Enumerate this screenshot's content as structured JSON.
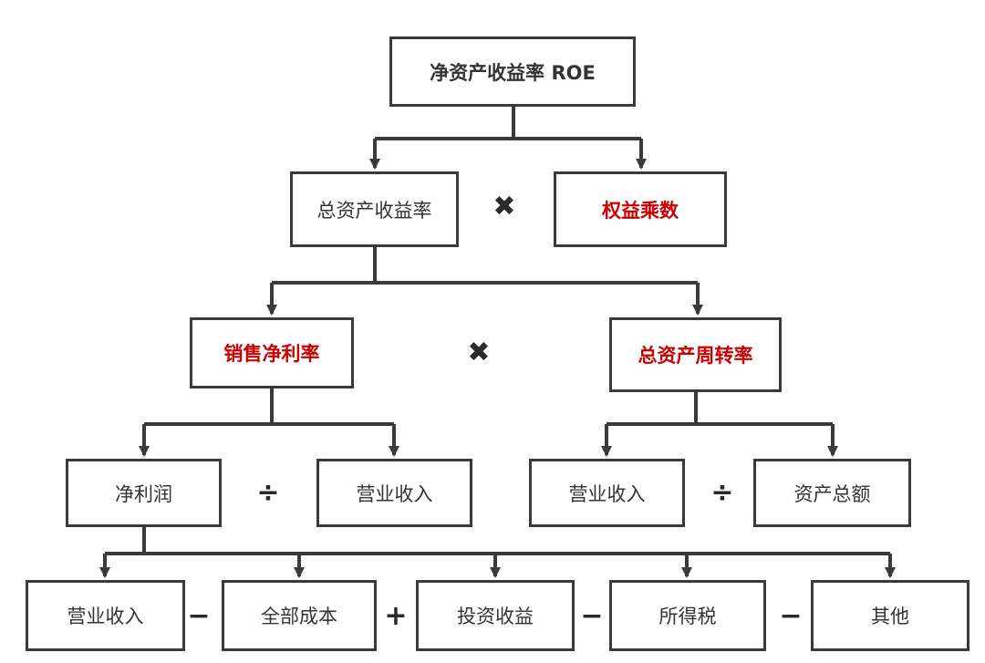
{
  "colors": {
    "accent": "#cc0000",
    "line": "#3a3a3a",
    "text": "#333333"
  },
  "nodes": {
    "roe": {
      "label": "净资产收益率 ROE"
    },
    "roa": {
      "label": "总资产收益率"
    },
    "equity_multiplier": {
      "label": "权益乘数"
    },
    "net_margin": {
      "label": "销售净利率"
    },
    "asset_turnover": {
      "label": "总资产周转率"
    },
    "net_profit": {
      "label": "净利润"
    },
    "revenue_a": {
      "label": "营业收入"
    },
    "revenue_b": {
      "label": "营业收入"
    },
    "total_assets": {
      "label": "资产总额"
    },
    "revenue_c": {
      "label": "营业收入"
    },
    "total_cost": {
      "label": "全部成本"
    },
    "investment_income": {
      "label": "投资收益"
    },
    "income_tax": {
      "label": "所得税"
    },
    "other": {
      "label": "其他"
    }
  },
  "operators": {
    "roa_times_em": "✖",
    "margin_times_turnover": "✖",
    "profit_div_revenue": "÷",
    "revenue_div_assets": "÷",
    "minus_1": "−",
    "plus_1": "+",
    "minus_2": "−",
    "minus_3": "−"
  }
}
